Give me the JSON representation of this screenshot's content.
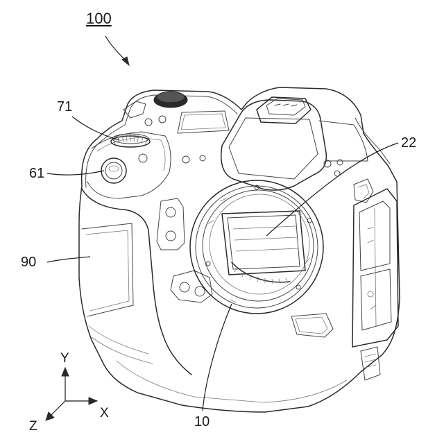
{
  "figure": {
    "number": "100"
  },
  "reference_numerals": {
    "shutter_dial": "71",
    "release_button": "61",
    "sensor": "22",
    "grip": "90",
    "mount": "10"
  },
  "axes": {
    "x": "X",
    "y": "Y",
    "z": "Z"
  }
}
